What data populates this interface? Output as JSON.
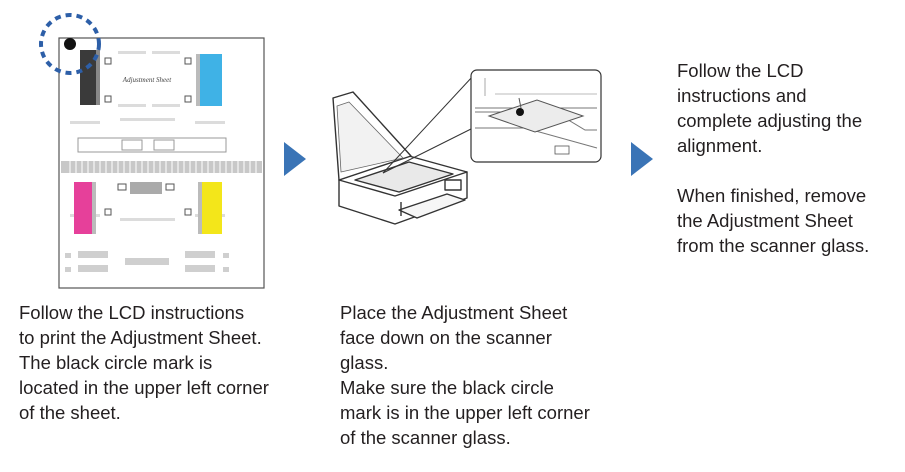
{
  "sheet": {
    "title": "Adjustment Sheet"
  },
  "steps": [
    {
      "lines": [
        "Follow the LCD instructions",
        "to print the Adjustment Sheet.",
        "The black circle mark is",
        "located in the upper left corner",
        "of the sheet."
      ]
    },
    {
      "lines": [
        "Place the Adjustment Sheet",
        "face down on the scanner",
        "glass.",
        "Make sure the black circle",
        "mark is in the upper left corner",
        "of the scanner glass."
      ]
    },
    {
      "lines_a": [
        "Follow the LCD",
        "instructions and",
        "complete adjusting the",
        "alignment."
      ],
      "lines_b": [
        "When finished, remove",
        "the Adjustment Sheet",
        "from the scanner glass."
      ]
    }
  ],
  "colors": {
    "arrow": "#3a74b6",
    "highlight_dashed": "#2d5fa8",
    "cyan_bar": "#3fb2e6",
    "magenta_bar": "#e6409a",
    "yellow_bar": "#f3e61a",
    "black_bar": "#3a3a3a"
  }
}
